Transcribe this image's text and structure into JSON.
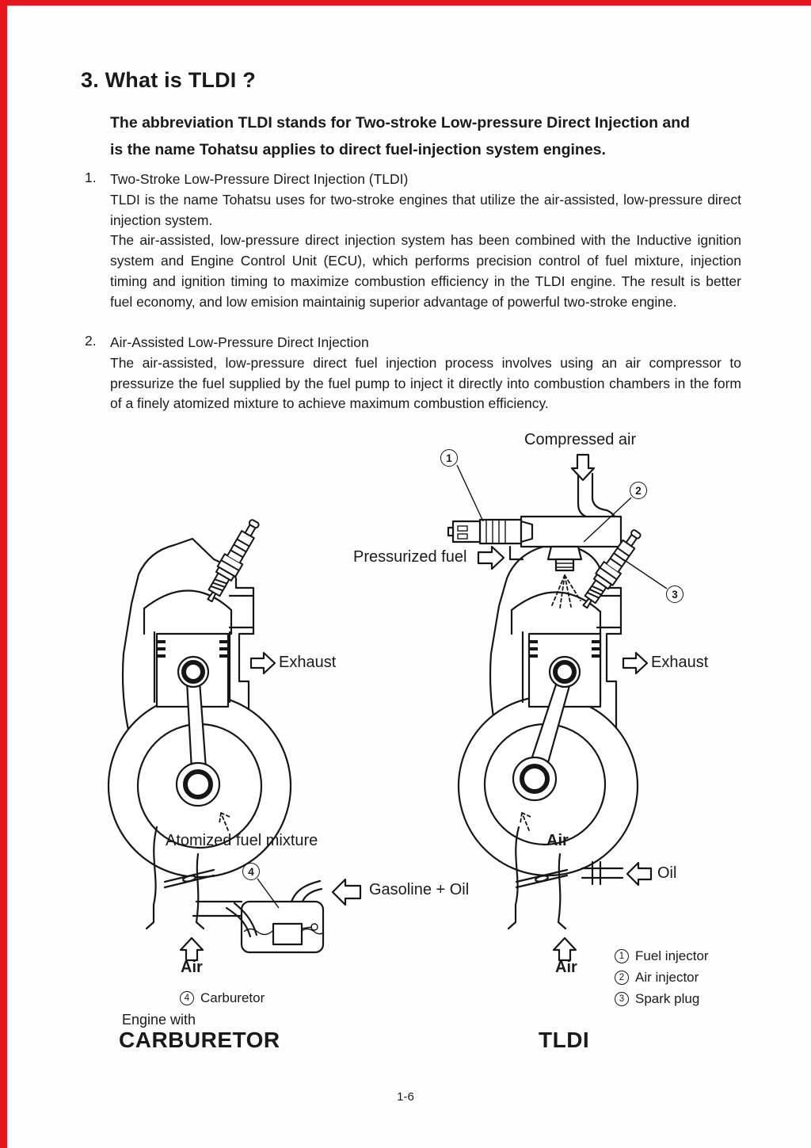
{
  "document": {
    "title": "3. What is TLDI ?",
    "intro_lines": [
      "The abbreviation TLDI stands for Two-stroke Low-pressure Direct Injection and",
      "is the name Tohatsu applies to direct fuel-injection system engines."
    ],
    "sections": [
      {
        "number": "1.",
        "heading": "Two-Stroke Low-Pressure Direct Injection (TLDI)",
        "paragraphs": [
          "TLDI is the name Tohatsu uses for two-stroke engines that utilize the air-assisted, low-pressure direct injection system.",
          "The air-assisted, low-pressure direct injection system has been combined with the Inductive ignition system and Engine Control Unit (ECU), which performs precision control of fuel mixture, injection timing and ignition timing to maximize combustion efficiency in the TLDI engine. The result is better fuel economy, and low emision maintainig superior advantage of powerful two-stroke engine."
        ]
      },
      {
        "number": "2.",
        "heading": "Air-Assisted Low-Pressure Direct Injection",
        "paragraphs": [
          "The air-assisted, low-pressure direct fuel injection process involves using an air compressor to pressurize the fuel supplied by the fuel pump to inject it directly into combustion chambers in the form of a finely atomized mixture to achieve maximum combustion efficiency."
        ]
      }
    ],
    "page_number": "1-6"
  },
  "diagram": {
    "labels": {
      "compressed_air": "Compressed air",
      "pressurized_fuel": "Pressurized fuel",
      "exhaust_left": "Exhaust",
      "exhaust_right": "Exhaust",
      "atomized_fuel": "Atomized fuel mixture",
      "gasoline_oil": "Gasoline + Oil",
      "oil": "Oil",
      "air_intake_left": "Air",
      "air_crankcase": "Air",
      "air_intake_right": "Air"
    },
    "callouts": {
      "c1": "1",
      "c2": "2",
      "c3": "3",
      "c4": "4"
    },
    "legend": [
      {
        "num": "1",
        "label": "Fuel injector"
      },
      {
        "num": "2",
        "label": "Air injector"
      },
      {
        "num": "3",
        "label": "Spark plug"
      }
    ],
    "carburetor_legend": {
      "num": "4",
      "label": "Carburetor"
    },
    "captions": {
      "left_prefix": "Engine with",
      "left_title": "CARBURETOR",
      "right_title": "TLDI"
    }
  },
  "colors": {
    "edge_red": "#e8151c",
    "ink": "#161616",
    "paper": "#ffffff"
  }
}
